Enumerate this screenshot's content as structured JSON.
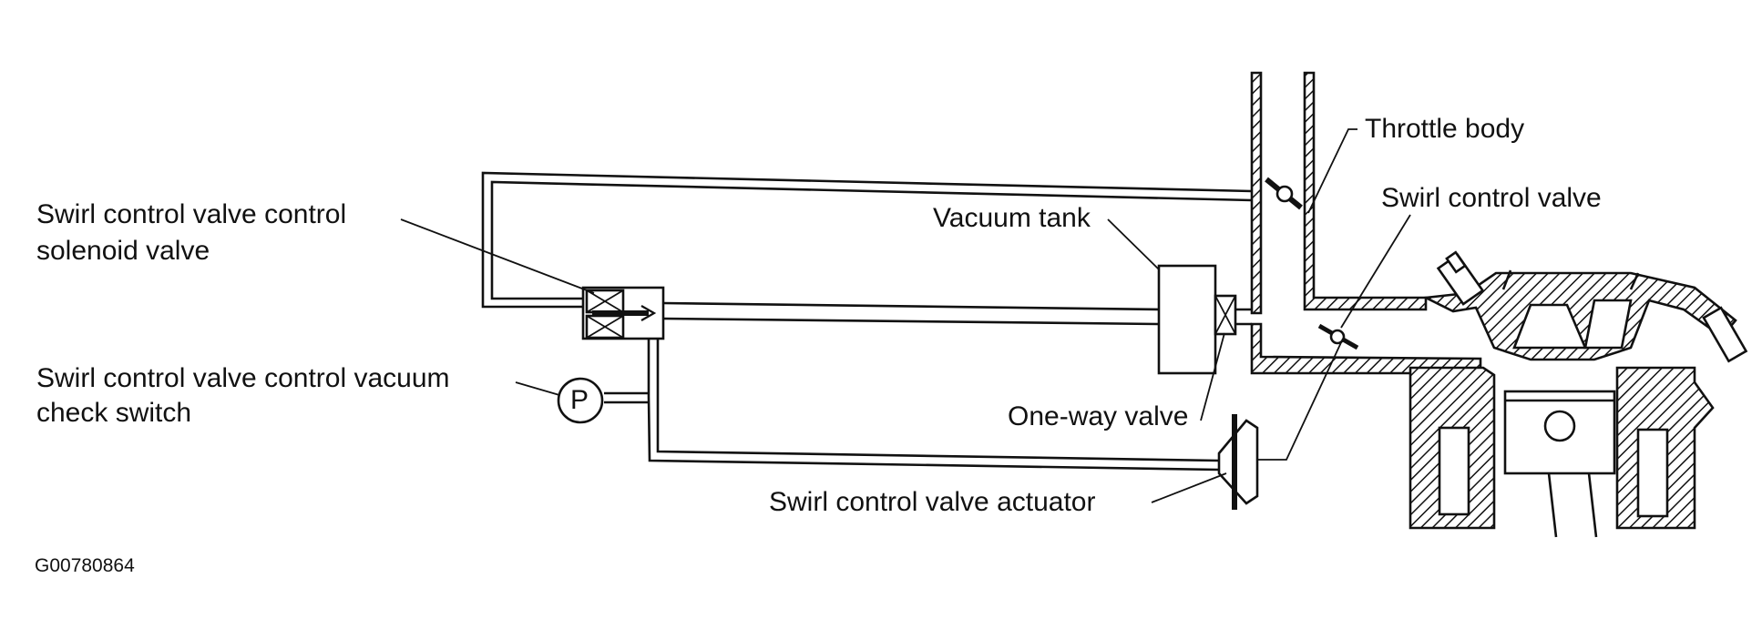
{
  "labels": {
    "solenoid_line1": "Swirl control valve control",
    "solenoid_line2": "solenoid valve",
    "vacuum_switch_line1": "Swirl control valve control vacuum",
    "vacuum_switch_line2": "check switch",
    "pressure_symbol": "P",
    "vacuum_tank": "Vacuum tank",
    "one_way_valve": "One-way valve",
    "actuator": "Swirl control valve actuator",
    "throttle_body": "Throttle body",
    "swirl_valve": "Swirl control valve",
    "figure_id": "G00780864"
  },
  "colors": {
    "line": "#111111",
    "background": "#ffffff"
  }
}
